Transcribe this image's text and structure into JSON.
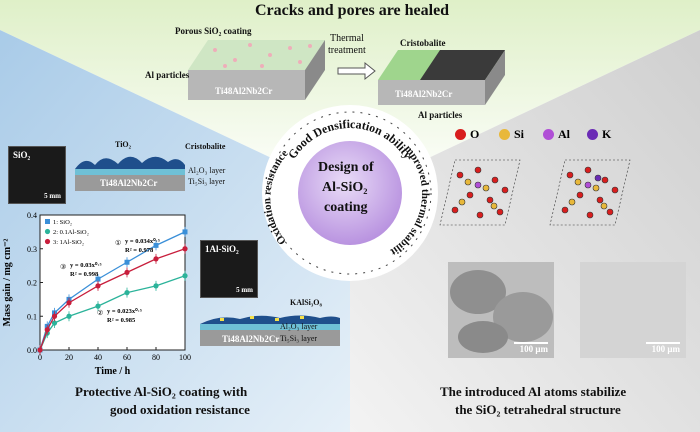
{
  "top": {
    "headline": "Cracks and pores are healed",
    "left_coating": "Porous SiO₂ coating",
    "left_particles": "Al particles",
    "left_substrate": "Ti48Al2Nb2Cr",
    "arrow_label_1": "Thermal",
    "arrow_label_2": "treatment",
    "right_cristobalite": "Cristobalite",
    "right_substrate": "Ti48Al2Nb2Cr",
    "right_particles": "Al particles"
  },
  "center": {
    "line1": "Design of",
    "line2": "Al-SiO₂",
    "line3": "coating",
    "ring_top": "Good Densification ability",
    "ring_right": "Improved thermal stability",
    "ring_left": "Oxidation resistance",
    "colors": {
      "circle": "#c8a8e8",
      "text": "#111111"
    }
  },
  "left_panel": {
    "photo1_label": "SiO₂",
    "photo1_scale": "5 mm",
    "schem1_tio2": "TiO₂",
    "schem1_cristobalite": "Cristobalite",
    "schem1_al2o3": "Al₂O₃ layer",
    "schem1_ti5si3": "Ti₅Si₃ layer",
    "schem1_substrate": "Ti48Al2Nb2Cr",
    "photo2_label": "1Al-SiO₂",
    "photo2_scale": "5 mm",
    "schem2_kalsi": "KAlSi₃O₈",
    "schem2_al2o3": "Al₂O₃ layer",
    "schem2_ti5si3": "Ti₅Si₃ layer",
    "schem2_substrate": "Ti48Al2Nb2Cr",
    "caption1": "Protective Al-SiO₂ coating with",
    "caption2": "good oxidation resistance"
  },
  "right_panel": {
    "legend": [
      {
        "symbol": "O",
        "color": "#d81e1e"
      },
      {
        "symbol": "Si",
        "color": "#e8b83a"
      },
      {
        "symbol": "Al",
        "color": "#b04fd6"
      },
      {
        "symbol": "K",
        "color": "#6a2bb5"
      }
    ],
    "sem1_scale": "100 μm",
    "sem2_scale": "100 μm",
    "caption1": "The introduced Al atoms stabilize",
    "caption2": "the SiO₂ tetrahedral structure"
  },
  "chart_data": {
    "type": "line",
    "xlabel": "Time / h",
    "ylabel": "Mass gain / mg cm⁻²",
    "xlim": [
      0,
      100
    ],
    "ylim": [
      0,
      0.4
    ],
    "xticks": [
      "0",
      "20",
      "40",
      "60",
      "80",
      "100"
    ],
    "yticks": [
      "0.0",
      "0.1",
      "0.2",
      "0.3",
      "0.4"
    ],
    "x": [
      0,
      5,
      10,
      20,
      40,
      60,
      80,
      100
    ],
    "series": [
      {
        "name": "1: SiO₂",
        "color": "#3a8fd8",
        "marker": "square",
        "values": [
          0,
          0.07,
          0.11,
          0.15,
          0.21,
          0.26,
          0.31,
          0.35
        ]
      },
      {
        "name": "2: 0.1Al-SiO₂",
        "color": "#2bb39a",
        "marker": "circle",
        "values": [
          0,
          0.05,
          0.08,
          0.1,
          0.13,
          0.17,
          0.19,
          0.22
        ]
      },
      {
        "name": "3: 1Al-SiO₂",
        "color": "#c81e3c",
        "marker": "circle",
        "values": [
          0,
          0.06,
          0.1,
          0.14,
          0.19,
          0.23,
          0.27,
          0.3
        ]
      }
    ],
    "annotations": [
      {
        "id": "①",
        "eq": "y = 0.034x⁰·⁵",
        "r2": "R² = 0.978"
      },
      {
        "id": "③",
        "eq": "y = 0.03x⁰·⁵",
        "r2": "R² = 0.998"
      },
      {
        "id": "②",
        "eq": "y = 0.023x⁰·⁵",
        "r2": "R² = 0.985"
      }
    ]
  }
}
